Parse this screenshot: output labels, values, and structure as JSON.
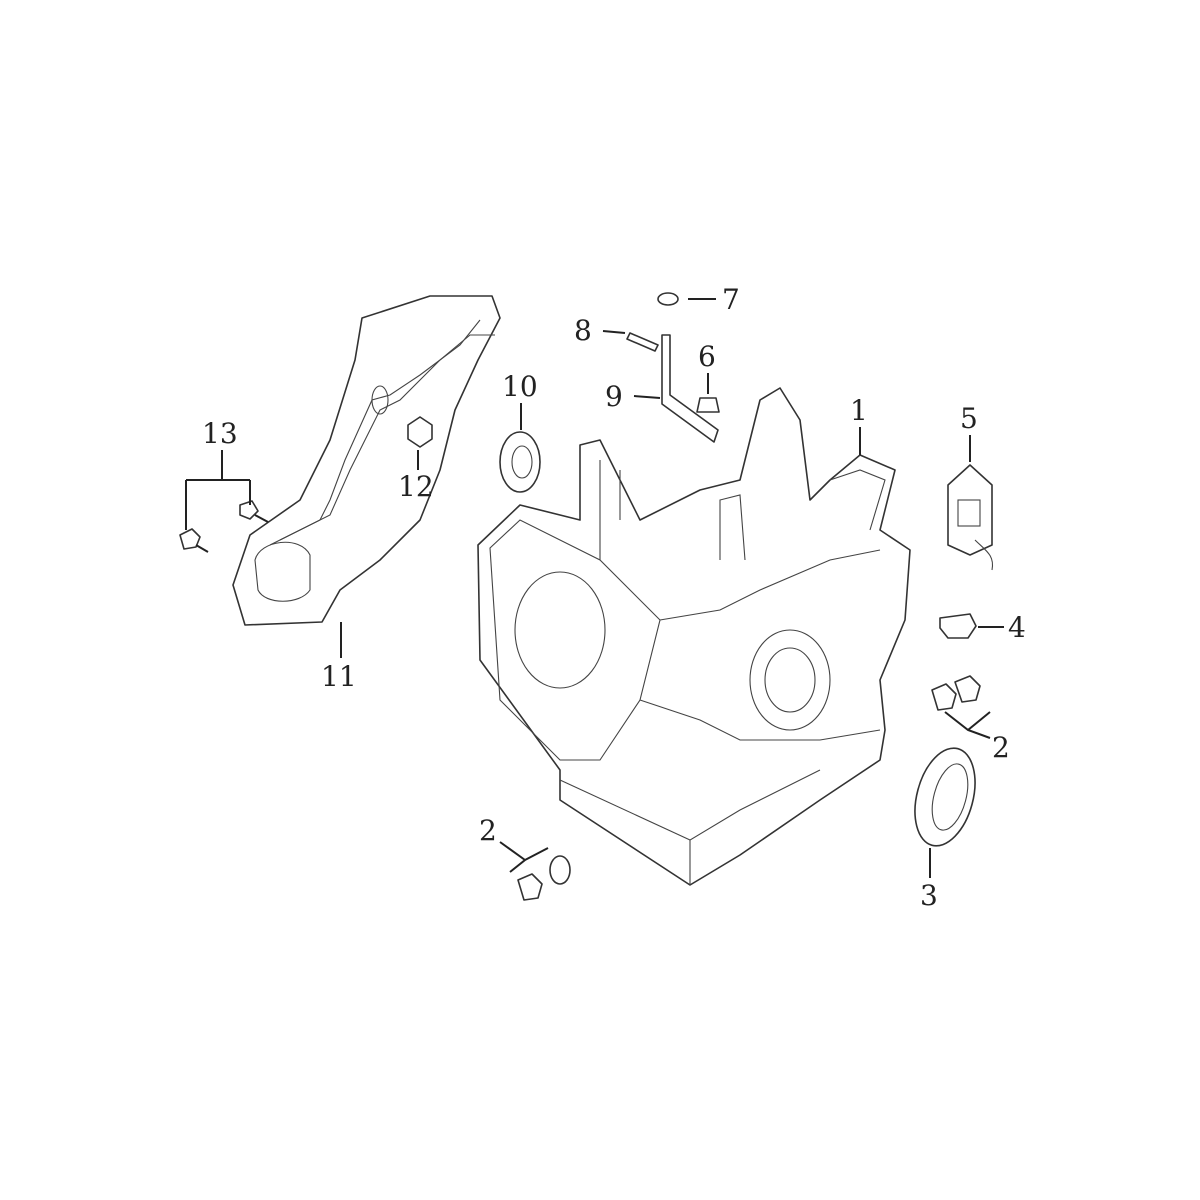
{
  "diagram": {
    "type": "exploded parts diagram",
    "labels": {
      "crankcase": "1",
      "bolt_right": "2",
      "bolt_bottom": "2",
      "oil_seal": "3",
      "clip": "4",
      "oil_sensor": "5",
      "cap": "6",
      "washer": "7",
      "pin": "8",
      "breather_tube": "9",
      "oil_seal_small": "10",
      "ignition_coil": "11",
      "nut": "12",
      "bolts": "13"
    }
  }
}
